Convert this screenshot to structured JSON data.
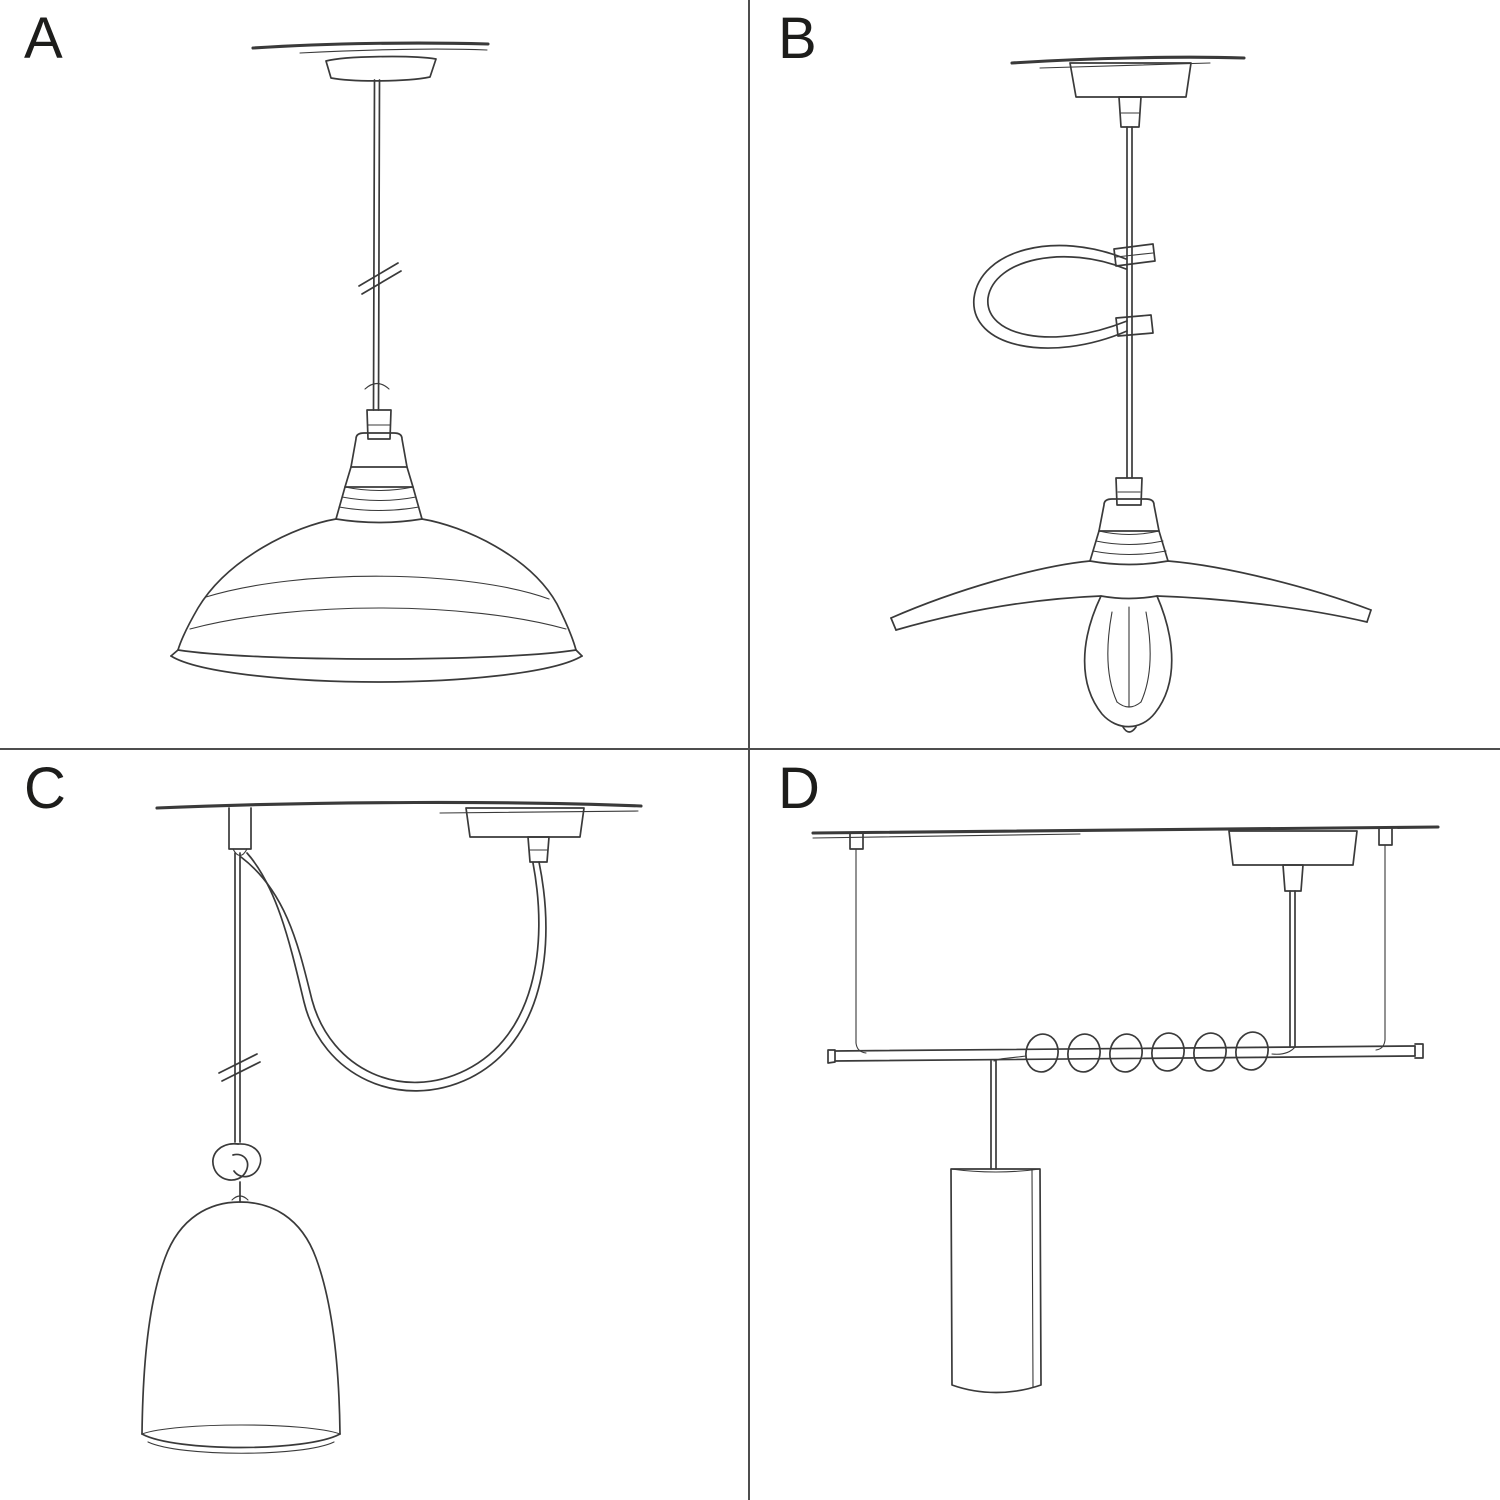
{
  "title": "Pendant lamp suspension options sketch sheet",
  "colors": {
    "background": "#ffffff",
    "ink": "#3a3a3a",
    "divider": "#4d4d4d",
    "label": "#1d1d1b"
  },
  "panels": [
    {
      "label": "A",
      "sketch": "ceiling-rose-pendant-with-industrial-bowl-shade",
      "components": [
        "ceiling-line",
        "ceiling-rose",
        "cable",
        "length-mark",
        "lamp-holder",
        "industrial-bowl-shade"
      ]
    },
    {
      "label": "B",
      "sketch": "ceiling-rose-pendant-with-cable-loop-saucer-shade-and-bulb",
      "components": [
        "ceiling-line",
        "ceiling-rose",
        "cable",
        "decorative-cable-loop",
        "cable-clips",
        "lamp-holder",
        "flat-saucer-shade",
        "edison-bulb"
      ]
    },
    {
      "label": "C",
      "sketch": "swag-pendant-with-hook-knot-and-bell-shade",
      "components": [
        "ceiling-line",
        "ceiling-hook",
        "ceiling-rose",
        "swag-cable",
        "drop-cable",
        "length-mark",
        "cable-knot",
        "bell-shade"
      ]
    },
    {
      "label": "D",
      "sketch": "suspended-bar-with-wrapped-cable-and-tube-shade",
      "components": [
        "ceiling-line",
        "suspension-wires",
        "ceiling-rose",
        "cable",
        "horizontal-bar",
        "cable-coils",
        "drop-cable",
        "rectangular-tube-shade"
      ]
    }
  ]
}
